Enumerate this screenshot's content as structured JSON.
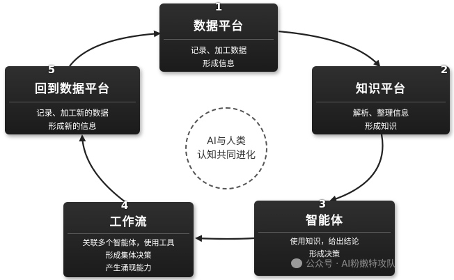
{
  "nodes": [
    {
      "num": "1",
      "title": "数据平台",
      "desc1": "记录、加工数据",
      "desc2": "形成信息"
    },
    {
      "num": "2",
      "title": "知识平台",
      "desc1": "解析、整理信息",
      "desc2": "形成知识"
    },
    {
      "num": "3",
      "title": "智能体",
      "desc1": "使用知识，给出结论",
      "desc2": "形成决策"
    },
    {
      "num": "4",
      "title": "工作流",
      "desc1": "关联多个智能体，使用工具",
      "desc2": "形成集体决策",
      "desc3": "产生涌现能力"
    },
    {
      "num": "5",
      "title": "回到数据平台",
      "desc1": "记录、加工新的数据",
      "desc2": "形成新的信息"
    }
  ],
  "center": {
    "line1": "AI与人类",
    "line2": "认知共同进化"
  },
  "watermark": {
    "text": "公众号 · AI粉嫩特攻队",
    "icon": "wechat-icon"
  }
}
